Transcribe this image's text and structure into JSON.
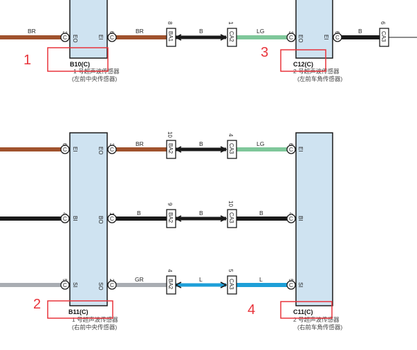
{
  "colors": {
    "box_fill": "#cfe3f1",
    "box_stroke": "#1a1a1a",
    "wire_BR": "#a0522d",
    "wire_B": "#1a1a1a",
    "wire_LG": "#7fc79a",
    "wire_GR": "#a9adb3",
    "wire_L": "#1e9fd8",
    "callout": "#e8333a"
  },
  "callouts": [
    "1",
    "2",
    "3",
    "4"
  ],
  "components": {
    "b10": {
      "code": "B10(C)",
      "name": "1 号超声波传感器",
      "loc": "(左前中央传感器)"
    },
    "c12": {
      "code": "C12(C)",
      "name": "2 号超声波传感器",
      "loc": "(左前车角传感器)"
    },
    "b11": {
      "code": "B11(C)",
      "name": "1 号超声波传感器",
      "loc": "(右前中央传感器)"
    },
    "c11": {
      "code": "C11(C)",
      "name": "2 号超声波传感器",
      "loc": "(右前车角传感器)"
    }
  },
  "pins": {
    "b10_left": {
      "num": "3",
      "label": "EO"
    },
    "b10_right": {
      "num": "6",
      "label": "EI"
    },
    "c12_left": {
      "num": "3",
      "label": "EO"
    },
    "c12_right": {
      "num": "6",
      "label": "EI"
    },
    "b11_r1_left": {
      "num": "6",
      "label": "EI"
    },
    "b11_r1_right": {
      "num": "3",
      "label": "EO"
    },
    "b11_r2_left": {
      "num": "4",
      "label": "BI"
    },
    "b11_r2_right": {
      "num": "1",
      "label": "BO"
    },
    "b11_r3_left": {
      "num": "5",
      "label": "SI"
    },
    "b11_r3_right": {
      "num": "2",
      "label": "SO"
    },
    "c11_r1": {
      "num": "6",
      "label": "EI"
    },
    "c11_r2": {
      "num": "4",
      "label": "BI"
    },
    "c11_r3": {
      "num": "5",
      "label": "SI"
    },
    "pin_c": "C"
  },
  "connectors": {
    "top_ba1": {
      "num": "8",
      "label": "BA1"
    },
    "top_ca2": {
      "num": "1",
      "label": "CA2"
    },
    "top_ca3": {
      "num": "6",
      "label": "CA3"
    },
    "r1_ba2": {
      "num": "10",
      "label": "BA2"
    },
    "r1_ca3": {
      "num": "4",
      "label": "CA3"
    },
    "r2_ba2": {
      "num": "9",
      "label": "BA2"
    },
    "r2_ca3": {
      "num": "10",
      "label": "CA3"
    },
    "r3_ba2": {
      "num": "4",
      "label": "BA2"
    },
    "r3_ca3": {
      "num": "5",
      "label": "CA3"
    }
  },
  "wires": {
    "top_br_left": "BR",
    "top_br_mid": "BR",
    "top_b1": "B",
    "top_lg": "LG",
    "top_b2": "B",
    "r1_br": "BR",
    "r1_b": "B",
    "r1_lg": "LG",
    "r2_b1": "B",
    "r2_b2": "B",
    "r2_b3": "B",
    "r3_gr": "GR",
    "r3_l1": "L",
    "r3_l2": "L"
  }
}
